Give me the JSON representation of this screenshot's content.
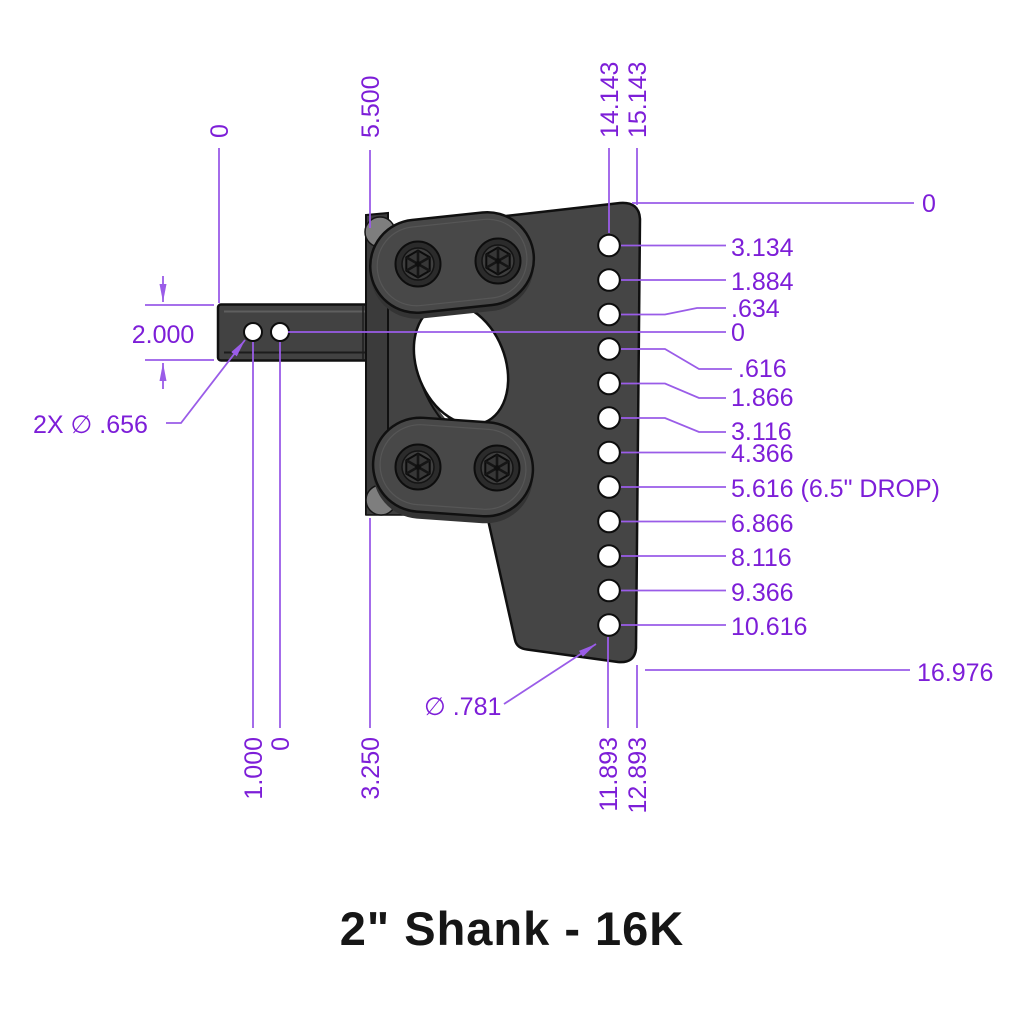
{
  "title": "2\" Shank - 16K",
  "colors": {
    "annotation_text": "#7d1ed8",
    "annotation_line": "#9a5ce8",
    "part_body": "#454545",
    "part_outline": "#101010",
    "background": "#ffffff",
    "title_text": "#161616"
  },
  "drawing": {
    "top_ordinates": [
      {
        "value": "0"
      },
      {
        "value": "5.500"
      },
      {
        "value": "14.143"
      },
      {
        "value": "15.143"
      }
    ],
    "bottom_ordinates": [
      {
        "value": "1.000"
      },
      {
        "value": "0"
      },
      {
        "value": "3.250"
      },
      {
        "value": "11.893"
      },
      {
        "value": "12.893"
      }
    ],
    "right_ordinates": [
      {
        "value": "0"
      },
      {
        "value": "16.976"
      }
    ],
    "hole_labels": [
      {
        "value": "3.134"
      },
      {
        "value": "1.884"
      },
      {
        "value": ".634"
      },
      {
        "value": "0"
      },
      {
        "value": ".616"
      },
      {
        "value": "1.866"
      },
      {
        "value": "3.116"
      },
      {
        "value": "4.366"
      },
      {
        "value": "5.616 (6.5\" DROP)"
      },
      {
        "value": "6.866"
      },
      {
        "value": "8.116"
      },
      {
        "value": "9.366"
      },
      {
        "value": "10.616"
      }
    ],
    "callouts": {
      "shank_holes": "2X ∅ .656",
      "plate_holes": "∅ .781",
      "shank_height": "2.000"
    }
  }
}
